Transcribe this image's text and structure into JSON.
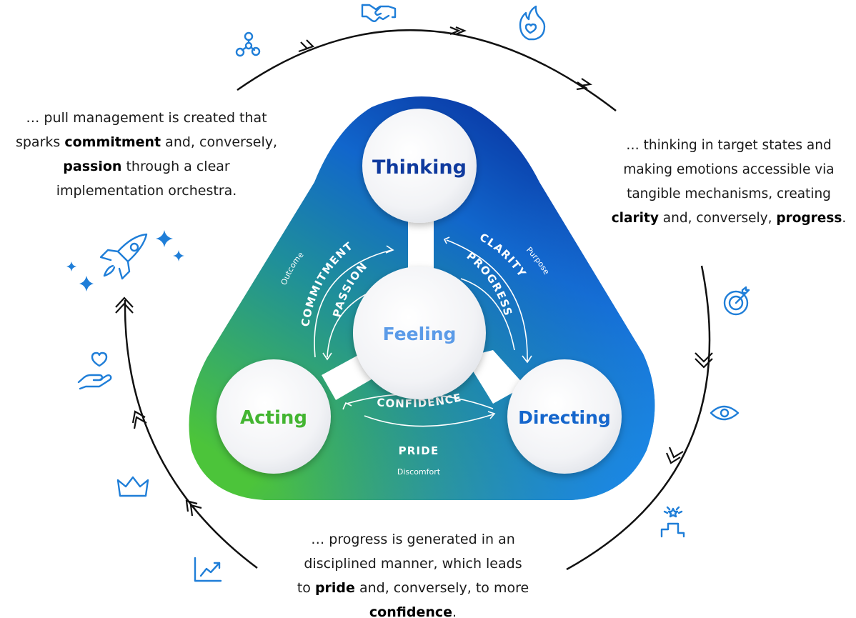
{
  "circles": {
    "thinking": "Thinking",
    "feeling": "Feeling",
    "acting": "Acting",
    "directing": "Directing"
  },
  "arc_labels": {
    "commitment": "COMMITMENT",
    "passion": "PASSION",
    "clarity": "CLARITY",
    "progress": "PROGRESS",
    "confidence": "CONFIDENCE",
    "pride": "PRIDE"
  },
  "small_labels": {
    "outcome": "Outcome",
    "purpose": "Purpose",
    "discomfort": "Discomfort"
  },
  "texts": {
    "left": {
      "l1": "…  pull management is created that",
      "l2a": "sparks ",
      "l2b": "commitment",
      "l2c": " and, conversely,",
      "l3a": "passion",
      "l3b": " through a clear",
      "l4": "implementation orchestra."
    },
    "right": {
      "l1": "… thinking in target states and",
      "l2": "making emotions accessible via",
      "l3": "tangible mechanisms, creating",
      "l4a": "clarity",
      "l4b": " and, conversely, ",
      "l4c": "progress",
      "l4d": "."
    },
    "bottom": {
      "l1": "… progress is generated in an",
      "l2": "disciplined manner, which leads",
      "l3a": "to ",
      "l3b": "pride",
      "l3c": " and, conversely, to more",
      "l4a": "confidence",
      "l4b": "."
    }
  },
  "icons": [
    "handshake-icon",
    "network-icon",
    "flame-heart-icon",
    "rocket-icon",
    "sparkle-icon",
    "heart-hand-icon",
    "crown-icon",
    "chart-up-icon",
    "target-icon",
    "eye-icon",
    "podium-icon"
  ],
  "colors": {
    "blue_dark": "#0a3ca8",
    "blue": "#1a7ae0",
    "green": "#4cc43a",
    "icon_blue": "#1f7ed8",
    "thinking_text": "#0f3a9e",
    "feeling_text": "#5b9be8",
    "acting_text": "#43b531",
    "directing_text": "#1566cc"
  }
}
